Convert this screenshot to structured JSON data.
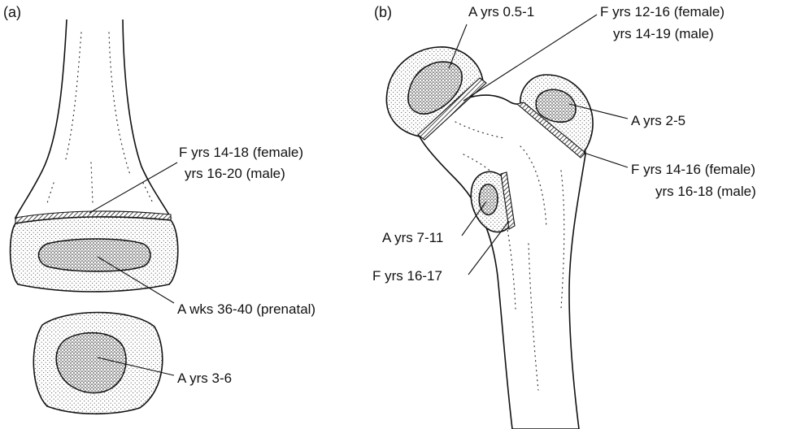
{
  "panels": {
    "a": {
      "tag": "(a)",
      "labels": {
        "distal_plate": [
          "F yrs 14-18 (female)",
          "yrs 16-20 (male)"
        ],
        "distal_center": [
          "A wks 36-40 (prenatal)"
        ],
        "patella": [
          "A yrs 3-6"
        ]
      }
    },
    "b": {
      "tag": "(b)",
      "labels": {
        "head_center": [
          "A yrs 0.5-1"
        ],
        "head_plate": [
          "F yrs 12-16 (female)",
          "yrs 14-19 (male)"
        ],
        "gt_center": [
          "A yrs 2-5"
        ],
        "gt_plate": [
          "F yrs 14-16 (female)",
          "yrs 16-18 (male)"
        ],
        "lt_center": [
          "A yrs 7-11"
        ],
        "lt_plate": [
          "F yrs 16-17"
        ]
      }
    }
  },
  "colors": {
    "ink": "#111111",
    "paper": "#ffffff"
  }
}
